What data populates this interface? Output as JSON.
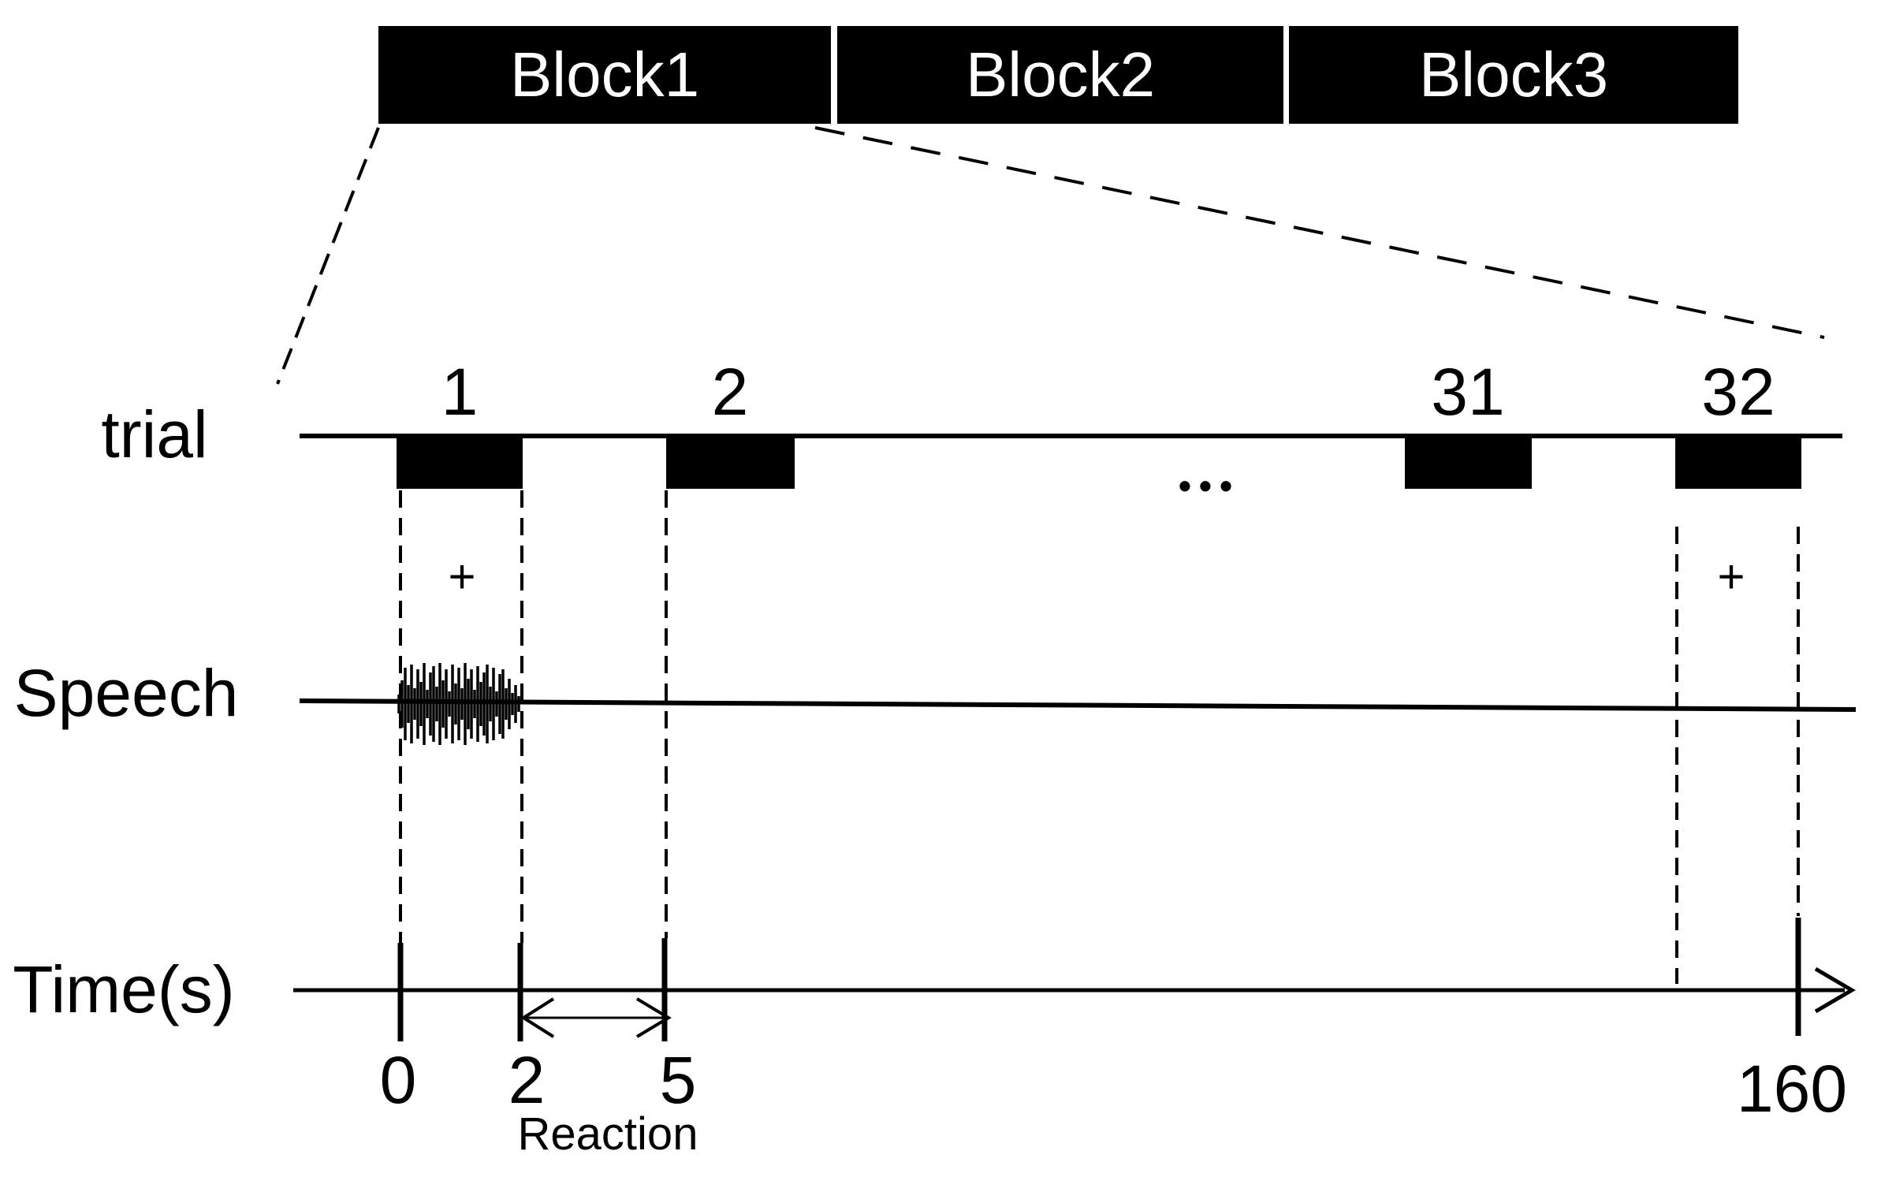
{
  "blocks": [
    {
      "label": "Block1"
    },
    {
      "label": "Block2"
    },
    {
      "label": "Block3"
    }
  ],
  "trial": {
    "label": "trial",
    "numbers": [
      "1",
      "2",
      "31",
      "32"
    ],
    "ellipsis": "•••",
    "fixation": "+"
  },
  "speech": {
    "label": "Speech"
  },
  "time": {
    "label": "Time(s)",
    "ticks": [
      "0",
      "2",
      "5",
      "160"
    ],
    "reaction": "Reaction"
  },
  "colors": {
    "ink": "#000000",
    "background": "#ffffff",
    "block_fill": "#000000",
    "block_text": "#ffffff"
  }
}
